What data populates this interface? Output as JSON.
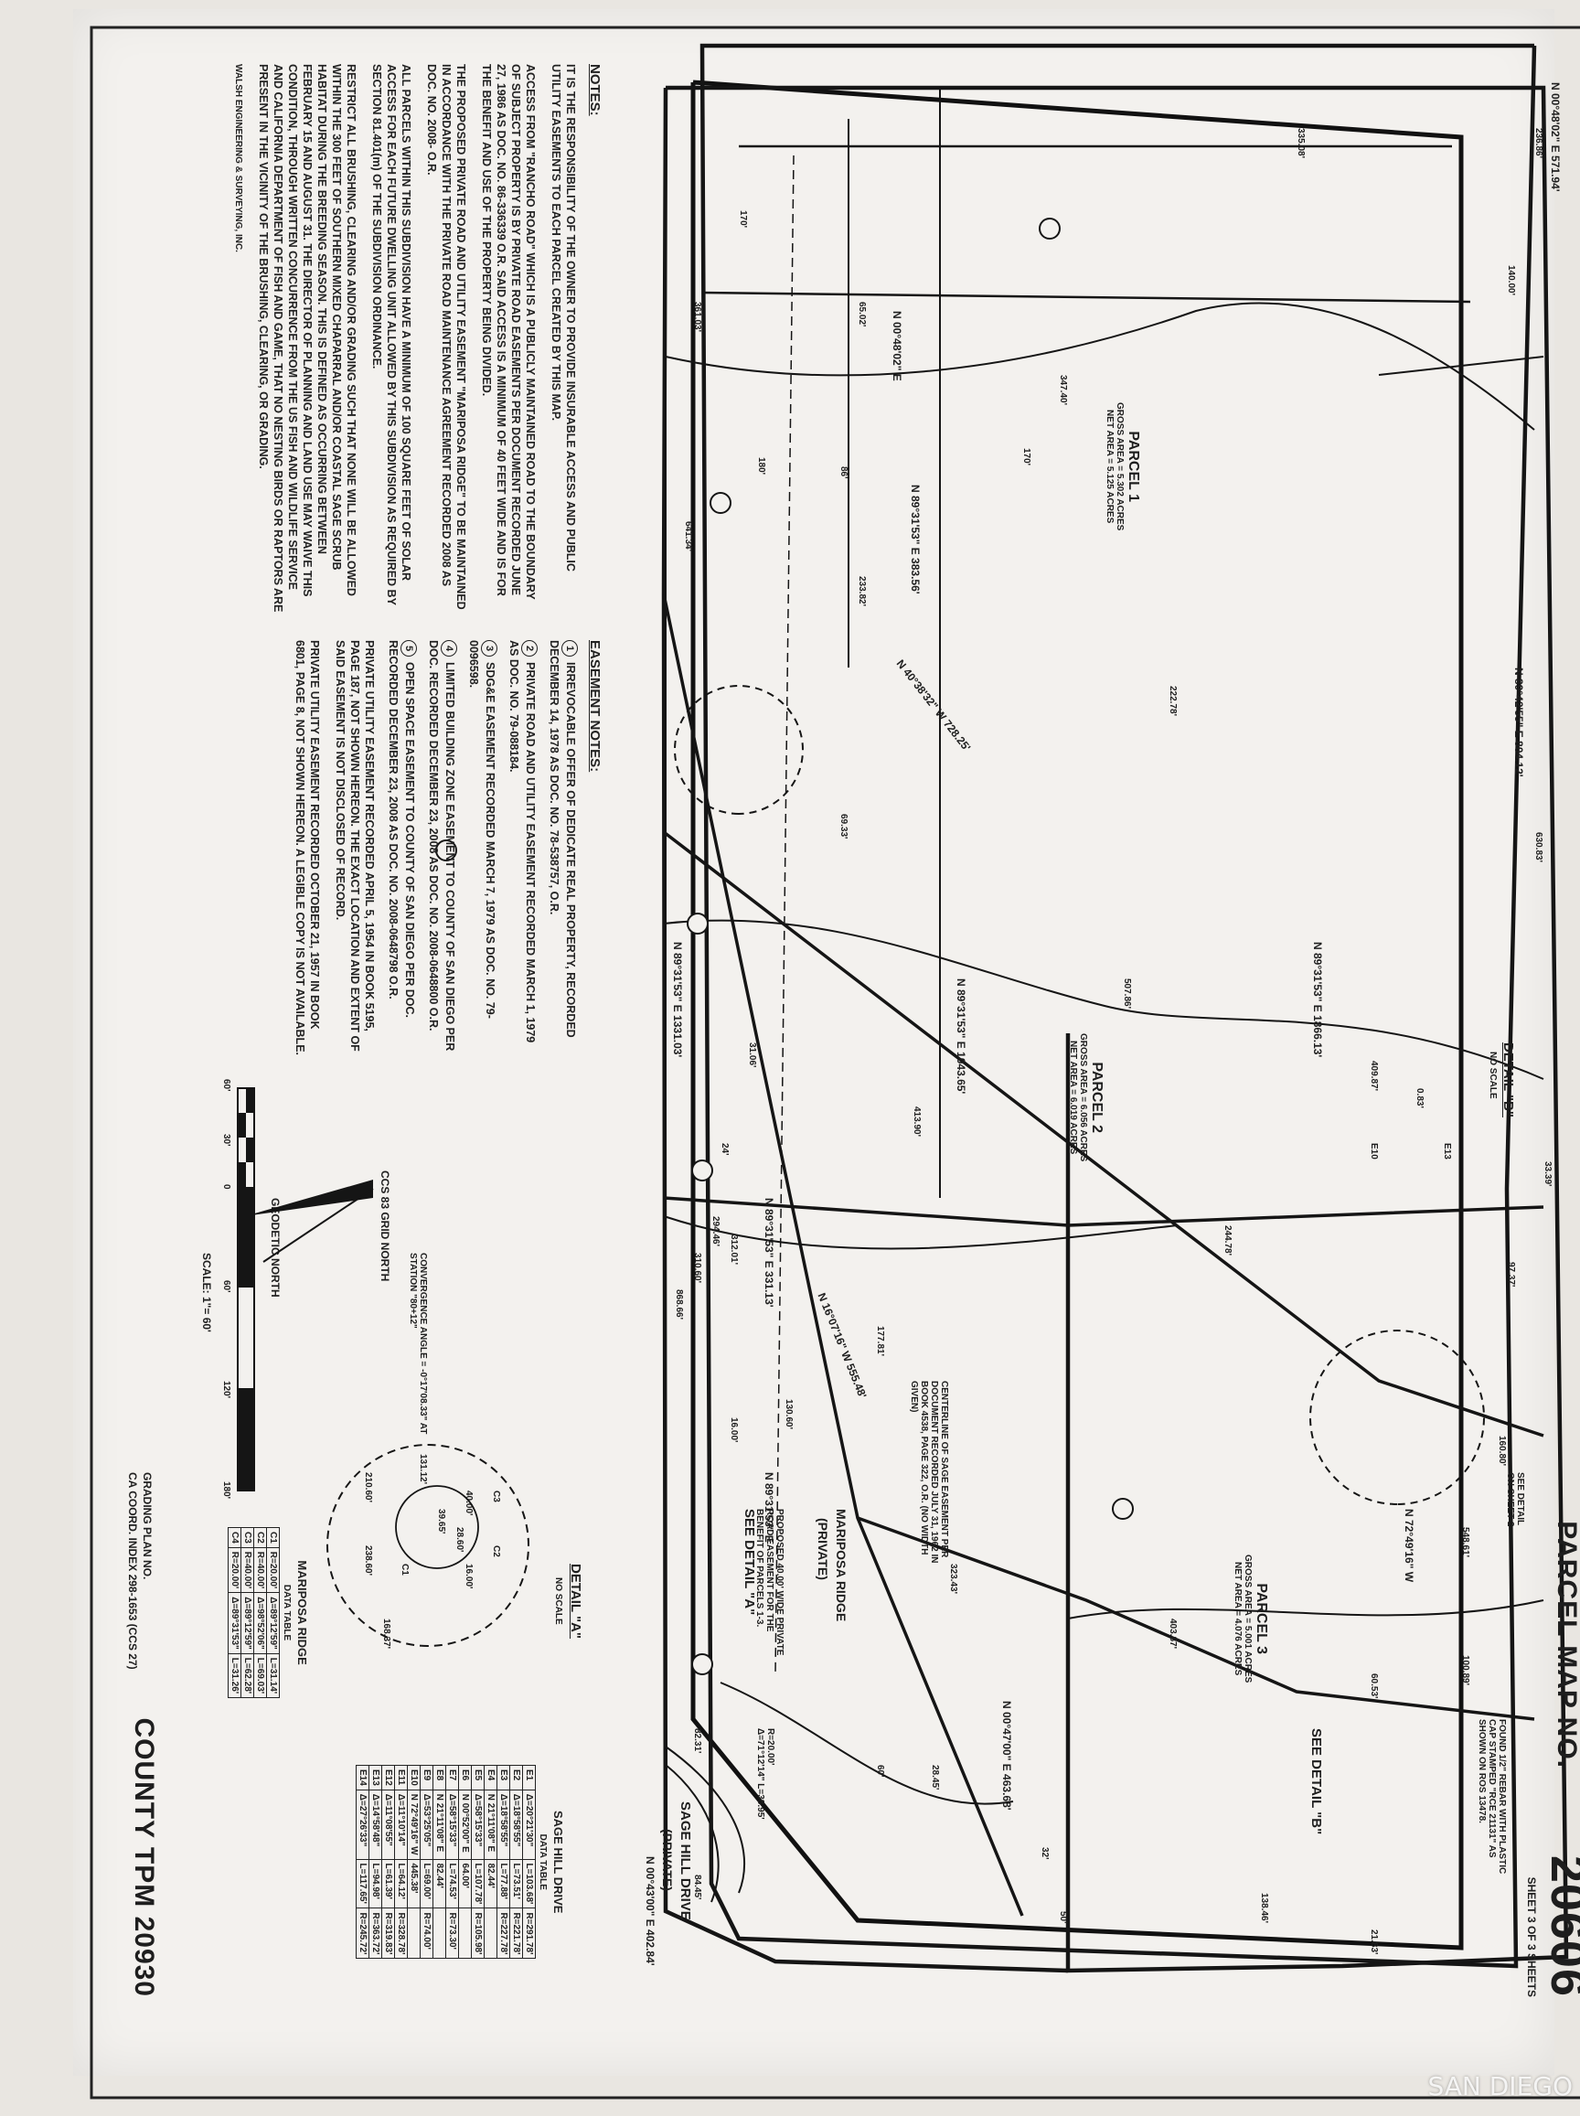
{
  "title": {
    "parcel_map_label": "PARCEL MAP NO.",
    "parcel_map_number": "20606",
    "sheet": "SHEET 3 OF 3 SHEETS",
    "county_tpm": "COUNTY TPM 20930"
  },
  "parcels": [
    {
      "name": "PARCEL 1",
      "gross": "GROSS AREA = 5.302 ACRES",
      "net": "NET AREA = 5.125 ACRES"
    },
    {
      "name": "PARCEL 2",
      "gross": "GROSS AREA = 6.056 ACRES",
      "net": "NET AREA = 6.019 ACRES"
    },
    {
      "name": "PARCEL 3",
      "gross": "GROSS AREA = 5.001 ACRES",
      "net": "NET AREA = 4.076 ACRES"
    }
  ],
  "bearings": {
    "top": "N 00°48'02\" E 571.94'",
    "bottom": "N 00°43'00\" E 402.84'",
    "right_side": "N 89°42'55\" E 804.12'",
    "left_side": "N 89°31'53\" E 1331.03'",
    "diag1": "N 40°38'32\" W 728.25'",
    "diag2": "N 16°07'16\" W 555.48'",
    "mid1": "N 89°31'53\" E 1866.13'",
    "mid2": "N 89°31'53\" E 1043.65'",
    "mid3": "N 89°31'53\" E 383.56'",
    "se_edge": "N 72°49'16\" W",
    "short1": "N 00°48'02\" E",
    "parcel3_line": "N 00°47'00\" E 463.68'",
    "sage_line": "N 89°31'53\" E 331.13'",
    "priv_road": "N 89°31'53\" E"
  },
  "dims": [
    "335.08'",
    "236.86'",
    "140.00'",
    "170'",
    "347.40'",
    "170'",
    "65.02'",
    "86'",
    "180'",
    "641.34'",
    "361.03'",
    "312.01'",
    "233.82'",
    "222.78'",
    "69.33'",
    "507.86'",
    "630.83'",
    "413.90'",
    "31.06'",
    "24'",
    "294.46'",
    "310.60'",
    "868.66'",
    "177.81'",
    "244.78'",
    "130.60'",
    "16.00'",
    "33.39'",
    "97.37'",
    "160.80'",
    "548.61'",
    "100.89'",
    "60.53'",
    "403.87'",
    "323.43'",
    "28.45'",
    "60'",
    "82.31'",
    "84.45'",
    "21.83'",
    "138.46'",
    "32'",
    "50'"
  ],
  "callouts": {
    "see_detail_a": "SEE DETAIL \"A\"",
    "see_detail_b": "SEE DETAIL \"B\"",
    "see_detail_sheet2": "SEE DETAIL ON SHEET 2",
    "rebar": "FOUND 1/2\" REBAR WITH PLASTIC CAP STAMPED \"RCE 21131\" AS SHOWN ON ROS 13478.",
    "sage_centerline": "CENTERLINE OF SAGE EASEMENT PER DOCUMENT RECORDED JULY 31, 1962 IN BOOK 4538, PAGE 322, O.R. (NO WIDTH GIVEN)",
    "proposed_road": "PROPOSED 40.00' WIDE PRIVATE ROAD EASEMENT FOR THE BENEFIT OF PARCELS 1-3.",
    "mariposa": "MARIPOSA RIDGE",
    "mariposa_private": "(PRIVATE)",
    "sage_hill": "SAGE HILL DRIVE",
    "sage_private": "(PRIVATE)",
    "curve": "R=20.00' Δ=71°12'14\" L=38.95'"
  },
  "details": {
    "a_title": "DETAIL \"A\"",
    "a_scale": "NO SCALE",
    "b_title": "DETAIL \"B\"",
    "b_scale": "NO SCALE",
    "b_dims": [
      "0.83'",
      "409.87'",
      "E10",
      "E13"
    ],
    "a_dims": [
      "131.12'",
      "39.65'",
      "40.00'",
      "28.60'",
      "16.00'",
      "210.60'",
      "238.60'",
      "168.37'",
      "C1",
      "C2",
      "C3"
    ]
  },
  "north": {
    "grid": "CCS 83 GRID NORTH",
    "geodetic": "GEODETIC NORTH",
    "convergence": "CONVERGENCE ANGLE = -0°17'08.33\" AT STATION \"80+12\""
  },
  "scale": {
    "labels": [
      "60'",
      "30'",
      "0",
      "60'",
      "120'",
      "180'"
    ],
    "text": "SCALE: 1\"= 60'"
  },
  "notes": {
    "heading": "NOTES:",
    "paragraphs": [
      "IT IS THE RESPONSIBILITY OF THE OWNER TO PROVIDE INSURABLE ACCESS AND PUBLIC UTILITY EASEMENTS TO EACH PARCEL CREATED BY THIS MAP.",
      "ACCESS FROM \"RANCHO ROAD\" WHICH IS A PUBLICLY MAINTAINED ROAD TO THE BOUNDARY OF SUBJECT PROPERTY IS BY PRIVATE ROAD EASEMENTS PER DOCUMENT RECORDED JUNE 27, 1986 AS DOC. NO. 86-336339 O.R. SAID ACCESS IS A MINIMUM OF 40 FEET WIDE AND IS FOR THE BENEFIT AND USE OF THE PROPERTY BEING DIVIDED.",
      "THE PROPOSED PRIVATE ROAD AND UTILITY EASEMENT \"MARIPOSA RIDGE\" TO BE MAINTAINED IN ACCORDANCE WITH THE PRIVATE ROAD MAINTENANCE AGREEMENT RECORDED 2008 AS DOC. NO. 2008- O.R.",
      "ALL PARCELS WITHIN THIS SUBDIVISION HAVE A MINIMUM OF 100 SQUARE FEET OF SOLAR ACCESS FOR EACH FUTURE DWELLING UNIT ALLOWED BY THIS SUBDIVISION AS REQUIRED BY SECTION 81.401(m) OF THE SUBDIVISION ORDINANCE.",
      "RESTRICT ALL BRUSHING, CLEARING AND/OR GRADING SUCH THAT NONE WILL BE ALLOWED WITHIN THE 300 FEET OF SOUTHERN MIXED CHAPARRAL AND/OR COASTAL SAGE SCRUB HABITAT DURING THE BREEDING SEASON. THIS IS DEFINED AS OCCURRING BETWEEN FEBRUARY 15 AND AUGUST 31. THE DIRECTOR OF PLANNING AND LAND USE MAY WAIVE THIS CONDITION, THROUGH WRITTEN CONCURRENCE FROM THE US FISH AND WILDLIFE SERVICE AND CALIFORNIA DEPARTMENT OF FISH AND GAME, THAT NO NESTING BIRDS OR RAPTORS ARE PRESENT IN THE VICINITY OF THE BRUSHING, CLEARING, OR GRADING."
    ],
    "footer": "WALSH ENGINEERING & SURVEYING, INC."
  },
  "easement_notes": {
    "heading": "EASEMENT NOTES:",
    "items": [
      {
        "n": "1",
        "text": "IRREVOCABLE OFFER OF DEDICATE REAL PROPERTY, RECORDED DECEMBER 14, 1978 AS DOC. NO. 78-538757, O.R."
      },
      {
        "n": "2",
        "text": "PRIVATE ROAD AND UTILITY EASEMENT RECORDED MARCH 1, 1979 AS DOC. NO. 79-088184."
      },
      {
        "n": "3",
        "text": "SDG&E EASEMENT RECORDED MARCH 7, 1979 AS DOC. NO. 79-0096598."
      },
      {
        "n": "4",
        "text": "LIMITED BUILDING ZONE EASEMENT TO COUNTY OF SAN DIEGO PER DOC. RECORDED DECEMBER 23, 2008 AS DOC. NO. 2008-0648800 O.R."
      },
      {
        "n": "5",
        "text": "OPEN SPACE EASEMENT TO COUNTY OF SAN DIEGO PER DOC. RECORDED DECEMBER 23, 2008 AS DOC. NO. 2008-0648798 O.R."
      }
    ],
    "extra": [
      "PRIVATE UTILITY EASEMENT RECORDED APRIL 5, 1954 IN BOOK 5195, PAGE 187, NOT SHOWN HEREON. THE EXACT LOCATION AND EXTENT OF SAID EASEMENT IS NOT DISCLOSED OF RECORD.",
      "PRIVATE UTILITY EASEMENT RECORDED OCTOBER 21, 1957 IN BOOK 6801, PAGE 8, NOT SHOWN HEREON. A LEGIBLE COPY IS NOT AVAILABLE."
    ]
  },
  "mariposa_table": {
    "title": "MARIPOSA RIDGE",
    "subtitle": "DATA TABLE",
    "rows": [
      [
        "C1",
        "R=20.00'",
        "Δ=89°12'59\"",
        "L=31.14'"
      ],
      [
        "C2",
        "R=40.00'",
        "Δ=98°52'06\"",
        "L=69.03'"
      ],
      [
        "C3",
        "R=40.00'",
        "Δ=89°12'59\"",
        "L=62.28'"
      ],
      [
        "C4",
        "R=20.00'",
        "Δ=89°31'53\"",
        "L=31.26'"
      ]
    ]
  },
  "sage_table": {
    "title": "SAGE HILL DRIVE",
    "subtitle": "DATA TABLE",
    "rows": [
      [
        "E1",
        "Δ=20°21'30\"",
        "L=103.68'",
        "R=291.78'"
      ],
      [
        "E2",
        "Δ=18°58'55\"",
        "L=73.51'",
        "R=221.78'"
      ],
      [
        "E3",
        "Δ=18°58'55\"",
        "L=77.88'",
        "R=227.78'"
      ],
      [
        "E4",
        "N 21°11'08\" E",
        "82.44'",
        ""
      ],
      [
        "E5",
        "Δ=58°15'33\"",
        "L=107.78'",
        "R=105.98'"
      ],
      [
        "E6",
        "N 00°52'00\" E",
        "64.00'",
        ""
      ],
      [
        "E7",
        "Δ=58°15'33\"",
        "L=74.53'",
        "R=73.30'"
      ],
      [
        "E8",
        "N 21°11'08\" E",
        "82.44'",
        ""
      ],
      [
        "E9",
        "Δ=53°25'05\"",
        "L=69.00'",
        "R=74.00'"
      ],
      [
        "E10",
        "N 72°49'16\" W",
        "445.38'",
        ""
      ],
      [
        "E11",
        "Δ=11°10'14\"",
        "L=64.12'",
        "R=328.78'"
      ],
      [
        "E12",
        "Δ=11°08'55\"",
        "L=61.39'",
        "R=319.83'"
      ],
      [
        "E13",
        "Δ=14°58'48\"",
        "L=94.98'",
        "R=363.72'"
      ],
      [
        "E14",
        "Δ=27°26'33\"",
        "L=117.65'",
        "R=245.72'"
      ]
    ]
  },
  "engineer_block": {
    "plan": "GRADING PLAN NO.",
    "coords": "CA COORD. INDEX 298-1653 (CCS 27)"
  },
  "watermark": "SAN DIEGO"
}
